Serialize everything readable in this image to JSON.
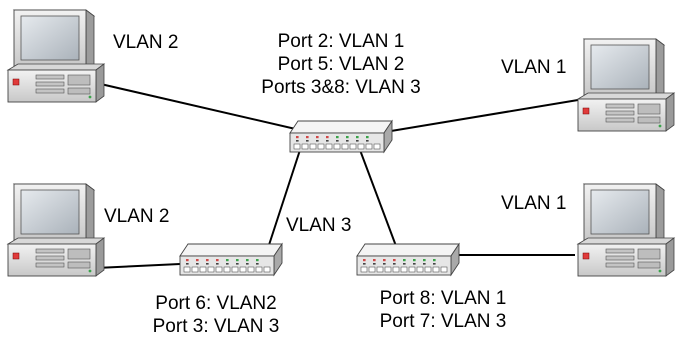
{
  "labels": {
    "pc_top_left": "VLAN 2",
    "pc_top_right": "VLAN 1",
    "pc_bottom_left": "VLAN 2",
    "pc_bottom_right": "VLAN 1",
    "trunk": "VLAN 3",
    "core_switch": [
      "Port 2: VLAN 1",
      "Port 5: VLAN 2",
      "Ports 3&8: VLAN 3"
    ],
    "left_switch": [
      "Port 6: VLAN2",
      "Port 3: VLAN 3"
    ],
    "right_switch": [
      "Port 8: VLAN 1",
      "Port 7: VLAN 3"
    ]
  },
  "colors": {
    "case_light": "#e4e4e4",
    "case_dark": "#9a9a9a",
    "screen": "#bcc4cc",
    "power_led": "#e03a3a",
    "switch_body": "#eeeeee",
    "led_red": "#d04848",
    "led_green": "#3aa34a",
    "link": "#000000"
  },
  "icons": [
    "computer-icon",
    "network-switch-icon"
  ]
}
